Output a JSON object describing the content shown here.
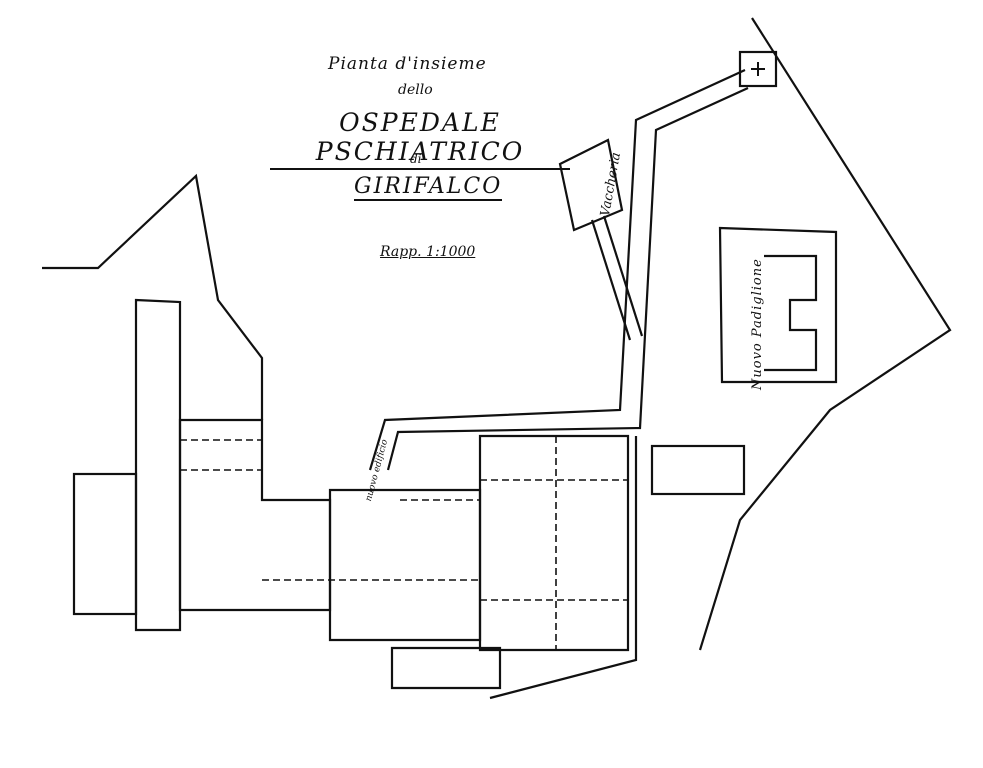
{
  "title": {
    "line1": "Pianta d'insieme",
    "line2": "dello",
    "line3": "OSPEDALE PSCHIATRICO",
    "line4": "di",
    "line5": "GIRIFALCO",
    "scale": "Rapp. 1:1000"
  },
  "labels": {
    "vaccheria": "Vaccheria",
    "nuovo_padiglione": "Nuovo Padiglione",
    "small_building": "nuovo edificio"
  },
  "colors": {
    "ink": "#111111",
    "paper": "#ffffff"
  },
  "icons": {
    "cross": "chapel-cross-icon"
  }
}
